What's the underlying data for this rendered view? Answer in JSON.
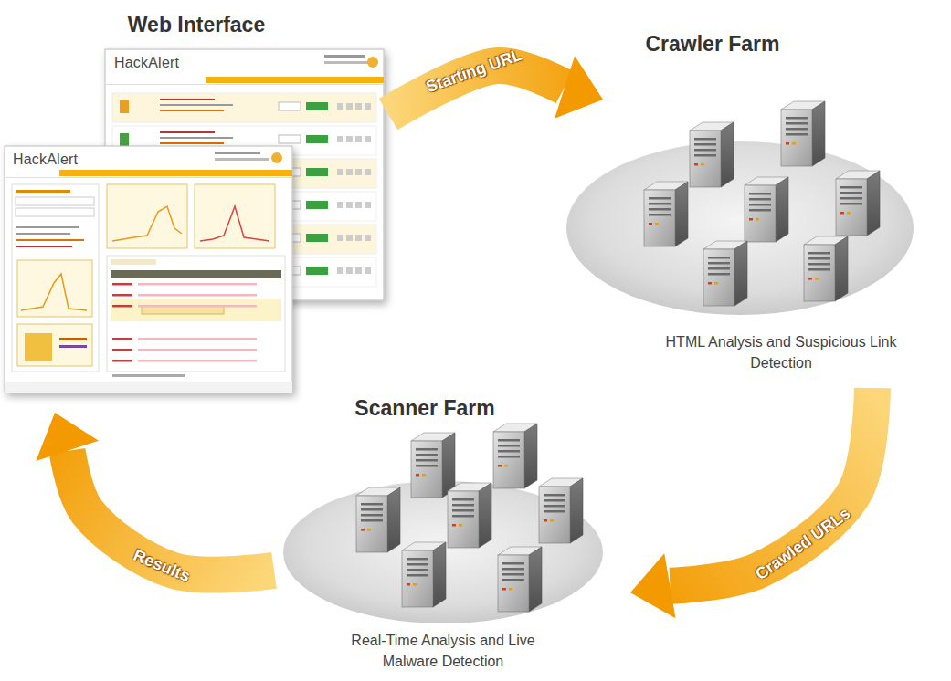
{
  "diagram": {
    "nodes": [
      {
        "text": [
          "Web Interface"
        ]
      },
      {
        "text": [
          "Crawler Farm",
          "HTML Analysis and Suspicious Link Detection"
        ]
      },
      {
        "text": [
          "Scanner Farm",
          "Real-Time Analysis and Live Malware Detection"
        ]
      }
    ],
    "edges": [
      {
        "from": 0,
        "to": 1,
        "label": "Starting URL",
        "arrow": "to"
      },
      {
        "from": 1,
        "to": 2,
        "label": "Crawled URLs",
        "arrow": "to"
      },
      {
        "from": 2,
        "to": 0,
        "label": "Results",
        "arrow": "to"
      }
    ],
    "labels": [
      "HackAlert",
      "HackAlert"
    ]
  }
}
